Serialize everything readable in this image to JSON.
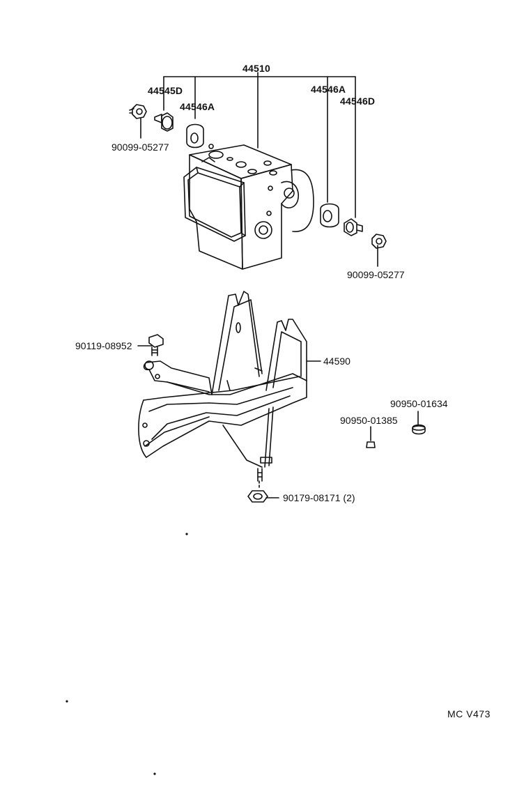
{
  "diagram": {
    "parts": [
      {
        "id": "abs-actuator",
        "number": "44510"
      },
      {
        "id": "cushion-left",
        "number": "44545D"
      },
      {
        "id": "grommet-left",
        "number": "44546A"
      },
      {
        "id": "grommet-right",
        "number": "44546A"
      },
      {
        "id": "cushion-right",
        "number": "44546D"
      },
      {
        "id": "nut-left",
        "number": "90099-05277"
      },
      {
        "id": "nut-right",
        "number": "90099-05277"
      },
      {
        "id": "bracket",
        "number": "44590"
      },
      {
        "id": "bolt",
        "number": "90119-08952"
      },
      {
        "id": "clip-small",
        "number": "90950-01385"
      },
      {
        "id": "plug",
        "number": "90950-01634"
      },
      {
        "id": "nut-bottom",
        "number": "90179-08171 (2)"
      }
    ],
    "reference": "MC  V473",
    "line_color": "#111111"
  }
}
